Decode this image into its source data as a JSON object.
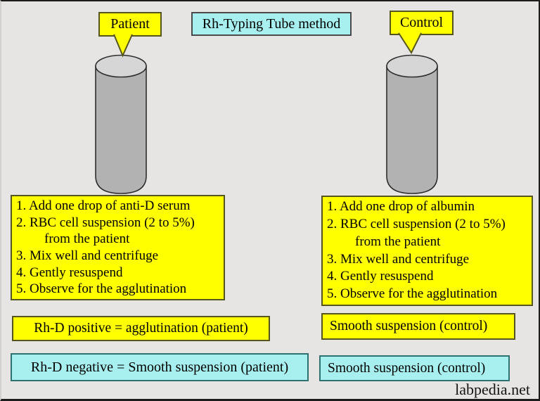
{
  "title_box": {
    "label": "Rh-Typing Tube method"
  },
  "patient_column": {
    "callout": "Patient",
    "steps": [
      "1. Add one drop of anti-D serum",
      "2. RBC cell suspension (2 to 5%)",
      "from the patient",
      "3. Mix well and centrifuge",
      "4. Gently resuspend",
      "5. Observe for the agglutination"
    ],
    "result_positive": "Rh-D positive = agglutination (patient)",
    "result_negative": "Rh-D negative = Smooth suspension (patient)"
  },
  "control_column": {
    "callout": "Control",
    "steps": [
      "1. Add one drop of albumin",
      "2. RBC cell suspension (2 to 5%)",
      "from the patient",
      "3. Mix well and centrifuge",
      "4. Gently resuspend",
      "5. Observe for the agglutination"
    ],
    "result_top": "Smooth suspension (control)",
    "result_bottom": "Smooth suspension (control)"
  },
  "watermark": "labpedia.net",
  "colors": {
    "highlight_yellow": "#ffff00",
    "highlight_cyan": "#a8f0f0",
    "tube_body": "#b2b2b2",
    "tube_top": "#d6d6d6",
    "background": "#e6e5e3"
  }
}
